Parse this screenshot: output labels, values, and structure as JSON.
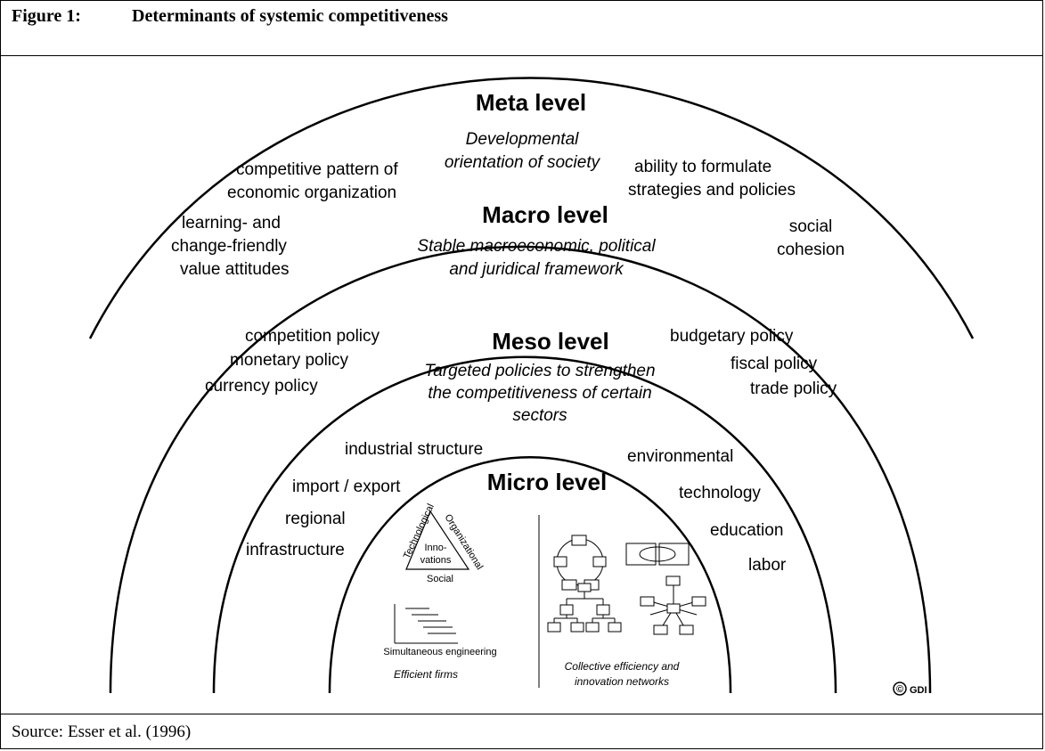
{
  "header": {
    "figure_label": "Figure 1:",
    "title": "Determinants of systemic competitiveness"
  },
  "footer": {
    "source_label": "Source:",
    "source_text": "Esser et al. (1996)"
  },
  "meta": {
    "title": "Meta level",
    "subtitle": [
      "Developmental",
      "orientation of society"
    ],
    "left_top": [
      "competitive pattern of",
      "economic organization"
    ],
    "left_bottom": [
      "learning- and",
      "change-friendly",
      "value attitudes"
    ],
    "right_top": [
      "ability to formulate",
      "strategies and policies"
    ],
    "right_bottom": [
      "social",
      "cohesion"
    ]
  },
  "macro": {
    "title": "Macro level",
    "subtitle": [
      "Stable macroeconomic, political",
      "and juridical framework"
    ],
    "left": [
      "competition policy",
      "monetary policy",
      "currency policy"
    ],
    "right": [
      "budgetary policy",
      "fiscal policy",
      "trade policy"
    ]
  },
  "meso": {
    "title": "Meso level",
    "subtitle": [
      "Targeted policies to strengthen",
      "the competitiveness of certain",
      "sectors"
    ],
    "left": [
      "industrial structure",
      "import / export",
      "regional",
      "infrastructure"
    ],
    "right": [
      "environmental",
      "technology",
      "education",
      "labor"
    ]
  },
  "micro": {
    "title": "Micro level",
    "triangle": {
      "left": "Technological",
      "right": "Organizational",
      "bottom": "Social",
      "center": [
        "Inno-",
        "vations"
      ]
    },
    "simultaneous": "Simultaneous engineering",
    "efficient": "Efficient firms",
    "collective": [
      "Collective efficiency and",
      "innovation networks"
    ]
  },
  "copyright": {
    "symbol": "©",
    "text": "GDI"
  }
}
